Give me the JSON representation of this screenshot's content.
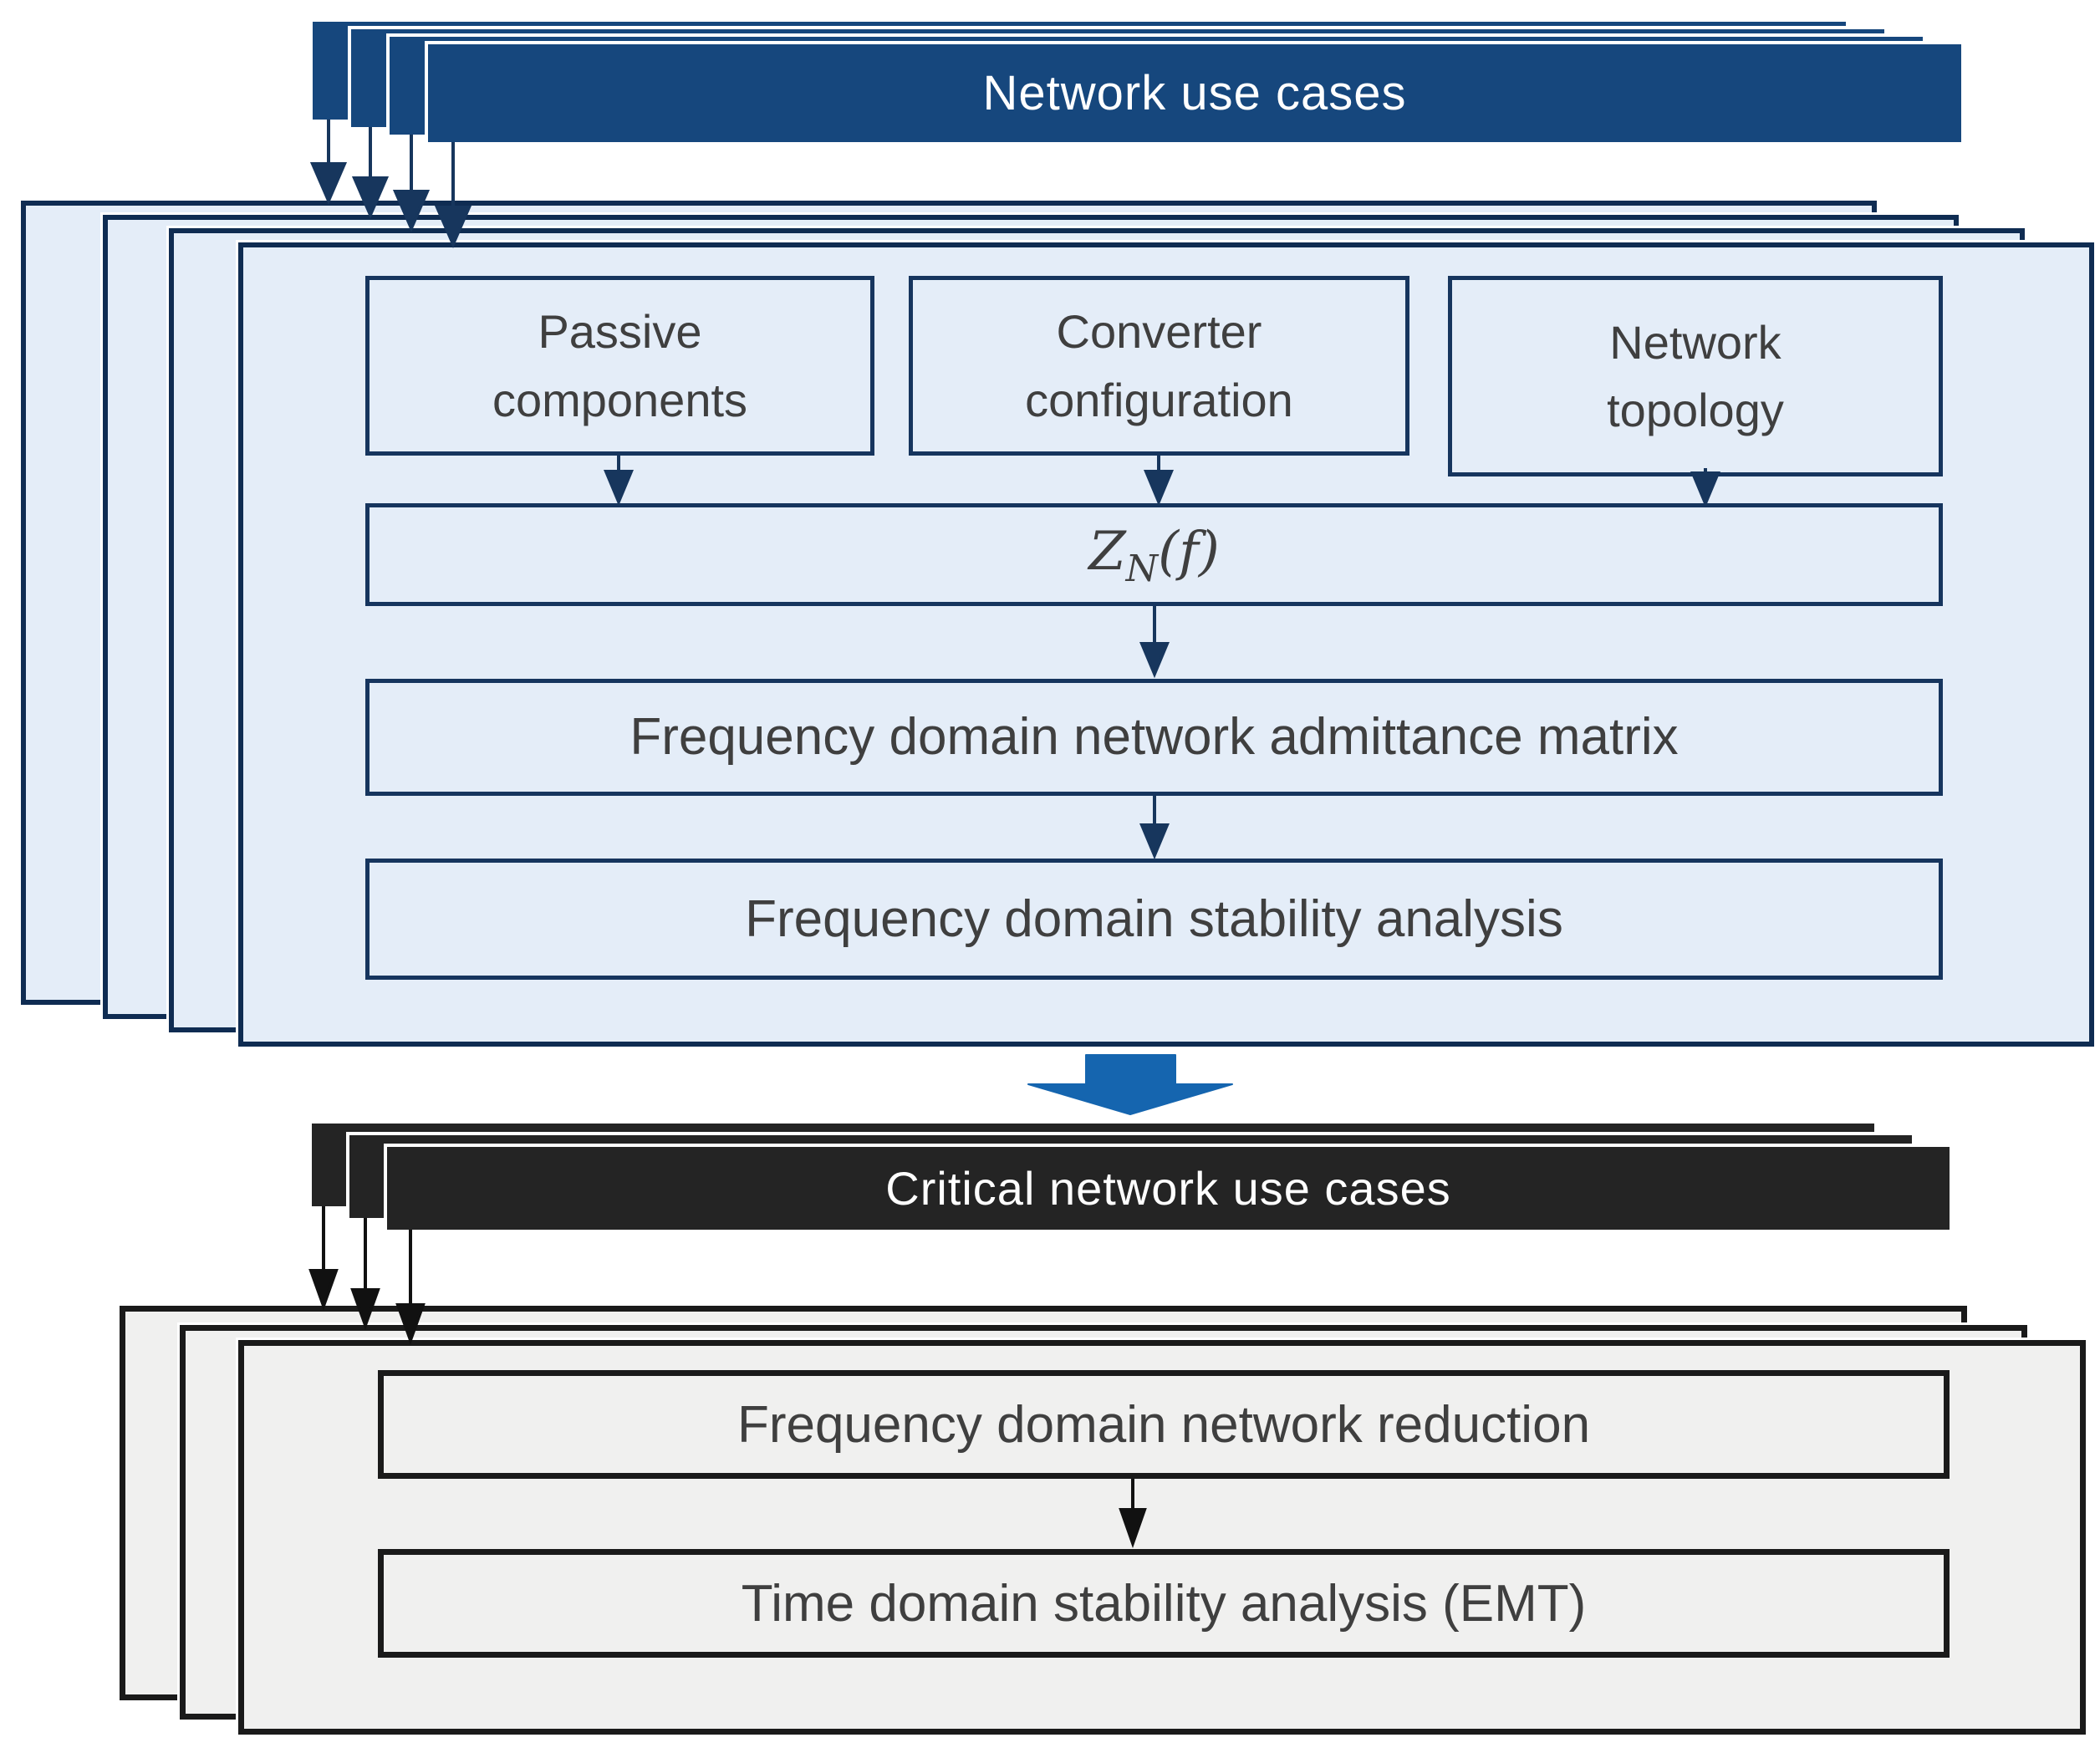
{
  "diagram": {
    "top_section": {
      "banner_label": "Network use cases",
      "input_boxes": {
        "passive": "Passive\ncomponents",
        "converter": "Converter\nconfiguration",
        "network": "Network\ntopology"
      },
      "impedance": {
        "z": "Z",
        "sub": "N",
        "rest": "(f)"
      },
      "admittance_label": "Frequency domain network admittance matrix",
      "stability_label": "Frequency domain stability analysis"
    },
    "bottom_section": {
      "banner_label": "Critical network use cases",
      "reduction_label": "Frequency domain network reduction",
      "time_domain_label": "Time domain stability analysis (EMT)"
    },
    "colors": {
      "banner_blue": "#16477D",
      "panel_fill": "#E4EDF8",
      "panel_border": "#0F2C52",
      "thin_arrow_navy": "#17365D",
      "big_arrow_blue": "#1565AF",
      "banner_black": "#242424",
      "gray_fill": "#F0F0EF",
      "gray_border": "#1A1A1A",
      "text_gray": "#3F3F3F",
      "text_white": "#FFFFFF"
    }
  }
}
